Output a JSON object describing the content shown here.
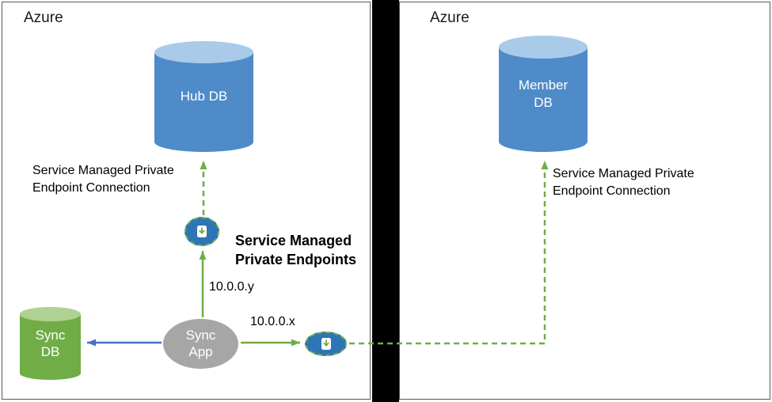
{
  "regions": {
    "left": {
      "label": "Azure"
    },
    "right": {
      "label": "Azure"
    }
  },
  "nodes": {
    "hub_db": {
      "label": "Hub DB"
    },
    "member_db": {
      "label": "Member DB"
    },
    "sync_db": {
      "label": "Sync DB"
    },
    "sync_app": {
      "label": "Sync App"
    }
  },
  "annotations": {
    "hub_connection": "Service Managed Private Endpoint Connection",
    "member_connection": "Service Managed Private Endpoint Connection",
    "endpoints_heading": "Service Managed Private Endpoints",
    "ip_to_hub": "10.0.0.y",
    "ip_to_member": "10.0.0.x"
  },
  "colors": {
    "db_blue": "#4E8BC8",
    "db_blue_top": "#A9CBE9",
    "db_green": "#70AD47",
    "db_green_top": "#AFD292",
    "app_gray": "#A6A6A6",
    "endpoint_blue": "#2E75B6",
    "connector_green": "#70AD47",
    "connector_blue": "#4472C4",
    "divider_black": "#000000"
  }
}
